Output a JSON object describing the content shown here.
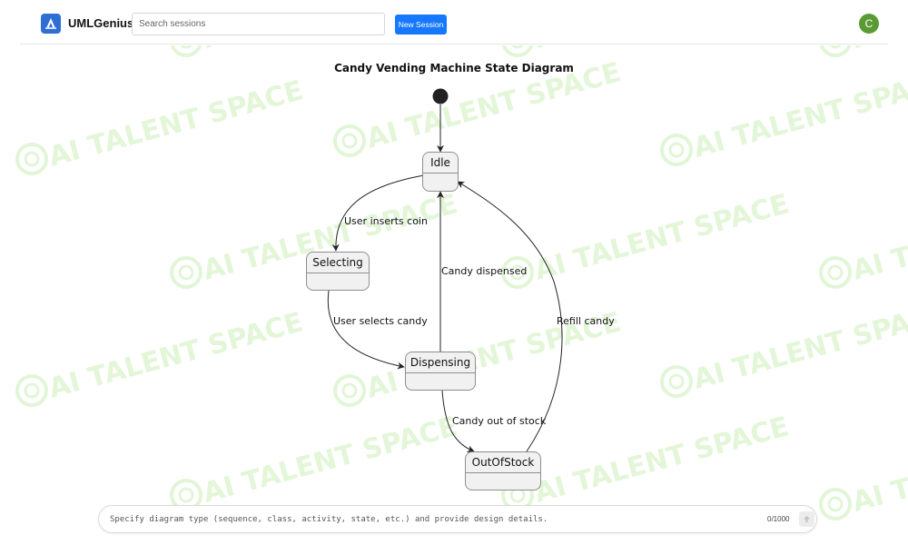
{
  "header": {
    "app_name": "UMLGenius",
    "search_placeholder": "Search sessions",
    "new_session_label": "New Session",
    "avatar_initial": "C"
  },
  "diagram": {
    "title": "Candy Vending Machine State Diagram",
    "states": {
      "idle": "Idle",
      "selecting": "Selecting",
      "dispensing": "Dispensing",
      "out_of_stock": "OutOfStock"
    },
    "transitions": {
      "insert_coin": "User inserts coin",
      "select_candy": "User selects candy",
      "candy_dispensed": "Candy dispensed",
      "out_of_stock": "Candy out of stock",
      "refill": "Refill candy"
    }
  },
  "prompt": {
    "placeholder": "Specify diagram type (sequence, class, activity, state, etc.) and provide design details.",
    "counter": "0/1000"
  },
  "watermark": {
    "text": "AI TALENT SPACE",
    "color": "#bfe8a8"
  },
  "colors": {
    "accent": "#1677ff",
    "avatar": "#5a9a34",
    "state_fill": "#f1f1f1",
    "state_border": "#8e8e8e"
  }
}
